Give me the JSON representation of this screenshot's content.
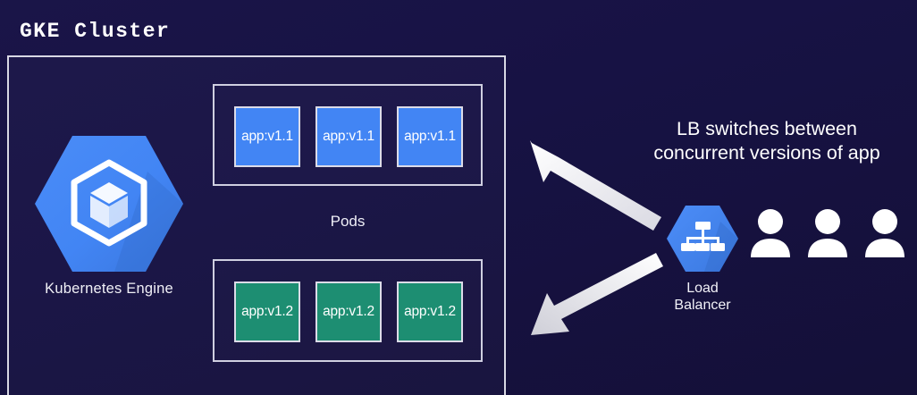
{
  "diagram": {
    "title": "GKE Cluster",
    "background_color": "#171244"
  },
  "cluster": {
    "engine": {
      "icon": "kubernetes-engine-hexagon-icon",
      "label": "Kubernetes Engine",
      "hex_color": "#4285f4"
    },
    "pods_label": "Pods",
    "pod_groups": [
      {
        "version": "v1.1",
        "color": "#4285f4",
        "pods": [
          "app:v1.1",
          "app:v1.1",
          "app:v1.1"
        ]
      },
      {
        "version": "v1.2",
        "color": "#1d8e72",
        "pods": [
          "app:v1.2",
          "app:v1.2",
          "app:v1.2"
        ]
      }
    ]
  },
  "load_balancer": {
    "icon": "load-balancer-hexagon-icon",
    "label_line1": "Load",
    "label_line2": "Balancer",
    "hex_color": "#4285f4"
  },
  "caption": {
    "line1": "LB switches between",
    "line2": "concurrent versions of app"
  },
  "arrows": [
    {
      "name": "arrow-to-v1-1-pods",
      "direction": "up-left",
      "color": "#ffffff"
    },
    {
      "name": "arrow-to-v1-2-pods",
      "direction": "down-left",
      "color": "#e3e3ea"
    }
  ],
  "users": {
    "icon": "user-person-icon",
    "count": 3,
    "color": "#ffffff"
  }
}
